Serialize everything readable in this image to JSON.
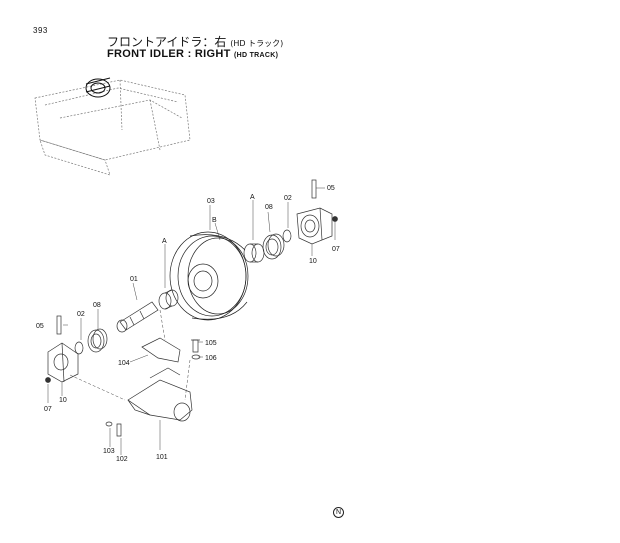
{
  "page_number": "393",
  "title": {
    "jp_main": "フロントアイドラ：右",
    "jp_sub": "(HD トラック)",
    "en_main": "FRONT IDLER : RIGHT",
    "en_sub": "(HD TRACK)"
  },
  "callouts": {
    "p03": "03",
    "p08_top": "08",
    "p02_top": "02",
    "p05_top": "05",
    "p07_right": "07",
    "p10_right": "10",
    "pA_top": "A",
    "pB": "B",
    "pA_left": "A",
    "p01": "01",
    "p05_left": "05",
    "p02_left": "02",
    "p08_left": "08",
    "p07_left": "07",
    "p10_left": "10",
    "p104": "104",
    "p105": "105",
    "p106": "106",
    "p103": "103",
    "p102": "102",
    "p101": "101"
  },
  "footer_mark": "N"
}
